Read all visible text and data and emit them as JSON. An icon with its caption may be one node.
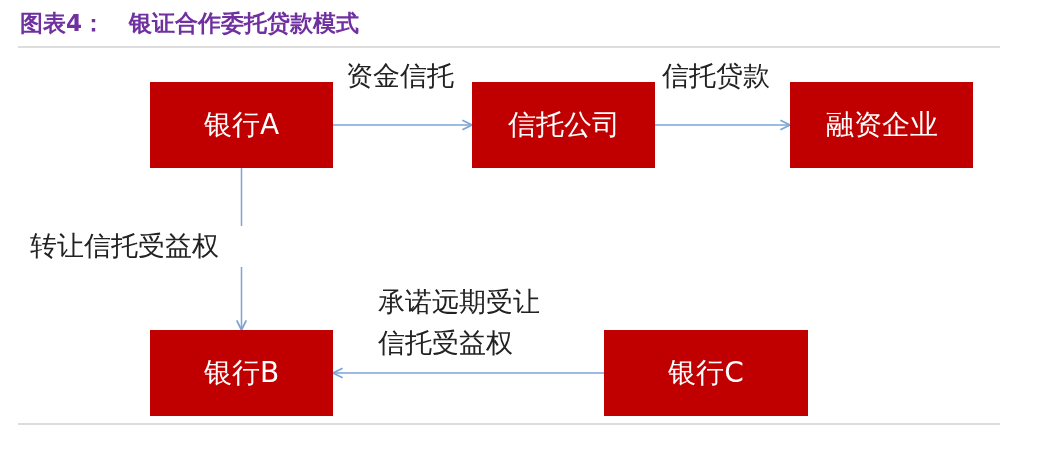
{
  "diagram": {
    "title": "图表4：   银证合作委托贷款模式",
    "nodes": [
      {
        "text": [
          "银行A"
        ]
      },
      {
        "text": [
          "信托公司"
        ]
      },
      {
        "text": [
          "融资企业"
        ]
      },
      {
        "text": [
          "银行B"
        ]
      },
      {
        "text": [
          "银行C"
        ]
      }
    ],
    "edges": [
      {
        "from": 0,
        "to": 1,
        "arrow": "to",
        "label": "资金信托"
      },
      {
        "from": 1,
        "to": 2,
        "arrow": "to",
        "label": "信托贷款"
      },
      {
        "from": 0,
        "to": 3,
        "arrow": "to",
        "label": "转让信托受益权"
      },
      {
        "from": 4,
        "to": 3,
        "arrow": "to",
        "label": "承诺远期受让信托受益权"
      }
    ]
  }
}
